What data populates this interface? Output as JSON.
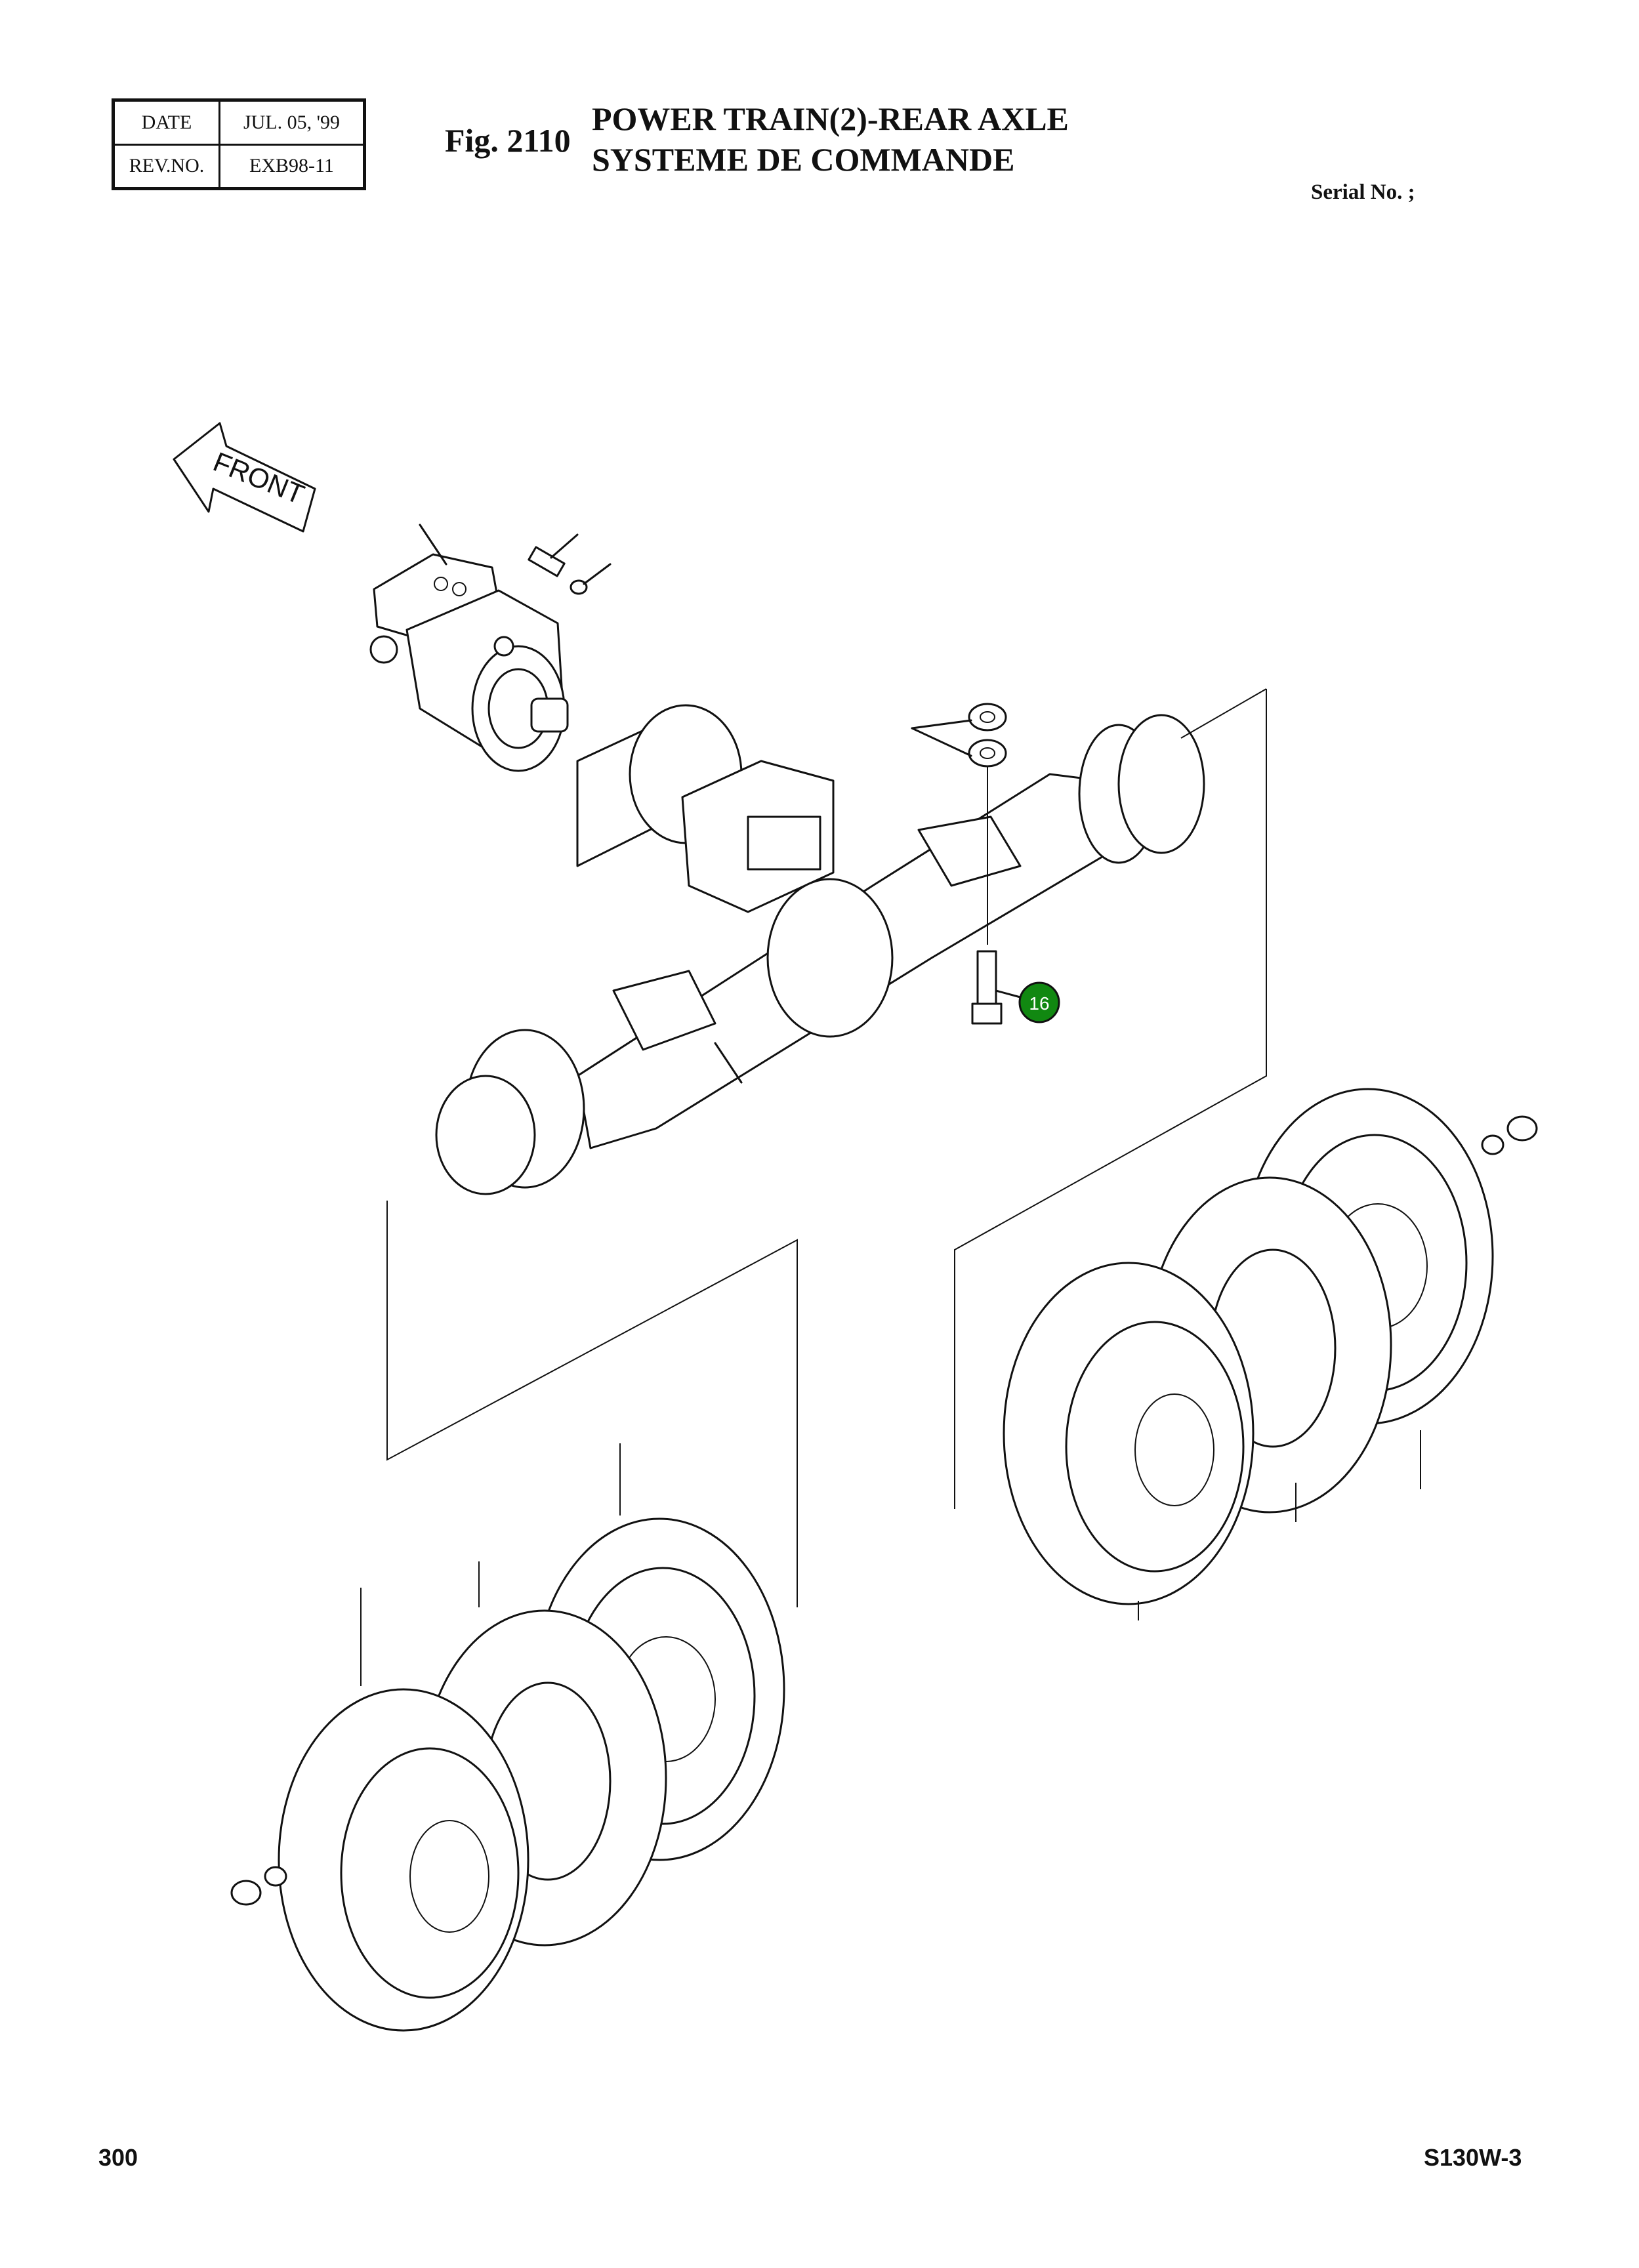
{
  "header": {
    "date_label": "DATE",
    "date_value": "JUL. 05, '99",
    "rev_label": "REV.NO.",
    "rev_value": "EXB98-11",
    "fig_number": "Fig. 2110",
    "title_line1": "POWER TRAIN(2)-REAR AXLE",
    "title_line2": "SYSTEME DE COMMANDE",
    "serial_label": "Serial No. ;"
  },
  "drawing": {
    "direction_label": "FRONT",
    "callout": {
      "number": "16",
      "color": "#118811"
    }
  },
  "footer": {
    "page_number": "300",
    "model": "S130W-3"
  }
}
